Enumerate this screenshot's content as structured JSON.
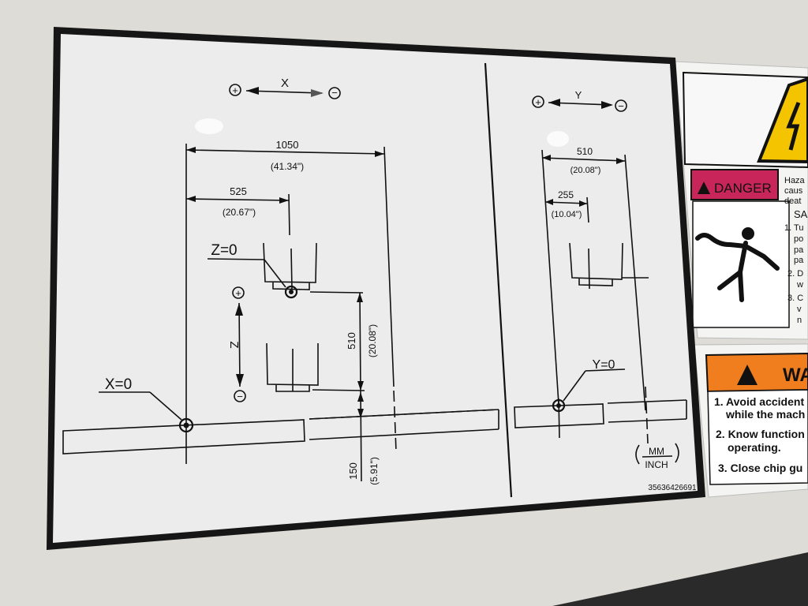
{
  "x_axis": {
    "label": "X",
    "plus": "+",
    "minus": "−"
  },
  "y_axis": {
    "label": "Y",
    "plus": "+",
    "minus": "−"
  },
  "z_axis": {
    "label": "Z",
    "plus": "+",
    "minus": "−"
  },
  "x_travel": {
    "mm": "1050",
    "inch": "(41.34\")"
  },
  "x_half": {
    "mm": "525",
    "inch": "(20.67\")"
  },
  "z_travel": {
    "mm": "510",
    "inch": "(20.08\")"
  },
  "z_gap": {
    "mm": "150",
    "inch": "(5.91\")"
  },
  "y_travel": {
    "mm": "510",
    "inch": "(20.08\")"
  },
  "y_half": {
    "mm": "255",
    "inch": "(10.04\")"
  },
  "labels": {
    "x_zero": "X=0",
    "y_zero": "Y=0",
    "z_zero": "Z=0"
  },
  "units": {
    "top": "MM",
    "bottom": "INCH"
  },
  "part_number": "35636426691",
  "danger_sticker": {
    "header": "DANGER",
    "text": [
      "Haza",
      "caus",
      "deat",
      "SA",
      "1. Tu",
      "po",
      "pa",
      "pa",
      "2. D",
      "w",
      "3. C",
      "v",
      "n"
    ]
  },
  "warning_sticker": {
    "header": "WA",
    "items": [
      "1. Avoid accident",
      "while the mach",
      "2. Know function",
      "operating.",
      "3. Close chip gu"
    ]
  },
  "colors": {
    "danger": "#c8265a",
    "warning": "#f07d1e",
    "hazard_yellow": "#f5c400"
  }
}
